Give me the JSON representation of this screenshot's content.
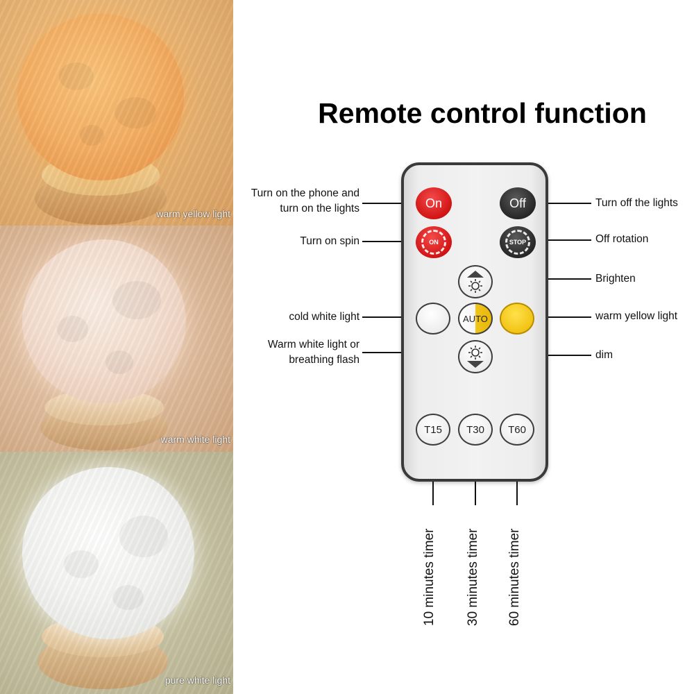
{
  "title": "Remote control function",
  "photos": [
    {
      "label": "warm yellow light",
      "color": "#f6b266"
    },
    {
      "label": "warm white light",
      "color": "#f6e1d3"
    },
    {
      "label": "pure white light",
      "color": "#f6f6f4"
    }
  ],
  "remote": {
    "on_label": "On",
    "off_label": "Off",
    "spin_on_label": "ON",
    "spin_stop_label": "STOP",
    "auto_label": "AUTO",
    "brighten_icon": "sun-up-icon",
    "dim_icon": "sun-down-icon",
    "timers": [
      "T15",
      "T30",
      "T60"
    ],
    "colors": {
      "red": "#d11414",
      "black": "#262626",
      "yellow": "#f2c416",
      "white": "#ededed"
    }
  },
  "callouts": {
    "on_line1": "Turn on the phone and",
    "on_line2": "turn on the lights",
    "spin_on": "Turn on spin",
    "cold_white": "cold white light",
    "auto_line1": "Warm white light or",
    "auto_line2": "breathing flash",
    "off": "Turn off the lights",
    "spin_off": "Off rotation",
    "brighten": "Brighten",
    "warm_yellow": "warm yellow light",
    "dim": "dim"
  },
  "timer_labels": [
    "10 minutes timer",
    "30 minutes timer",
    "60 minutes timer"
  ]
}
